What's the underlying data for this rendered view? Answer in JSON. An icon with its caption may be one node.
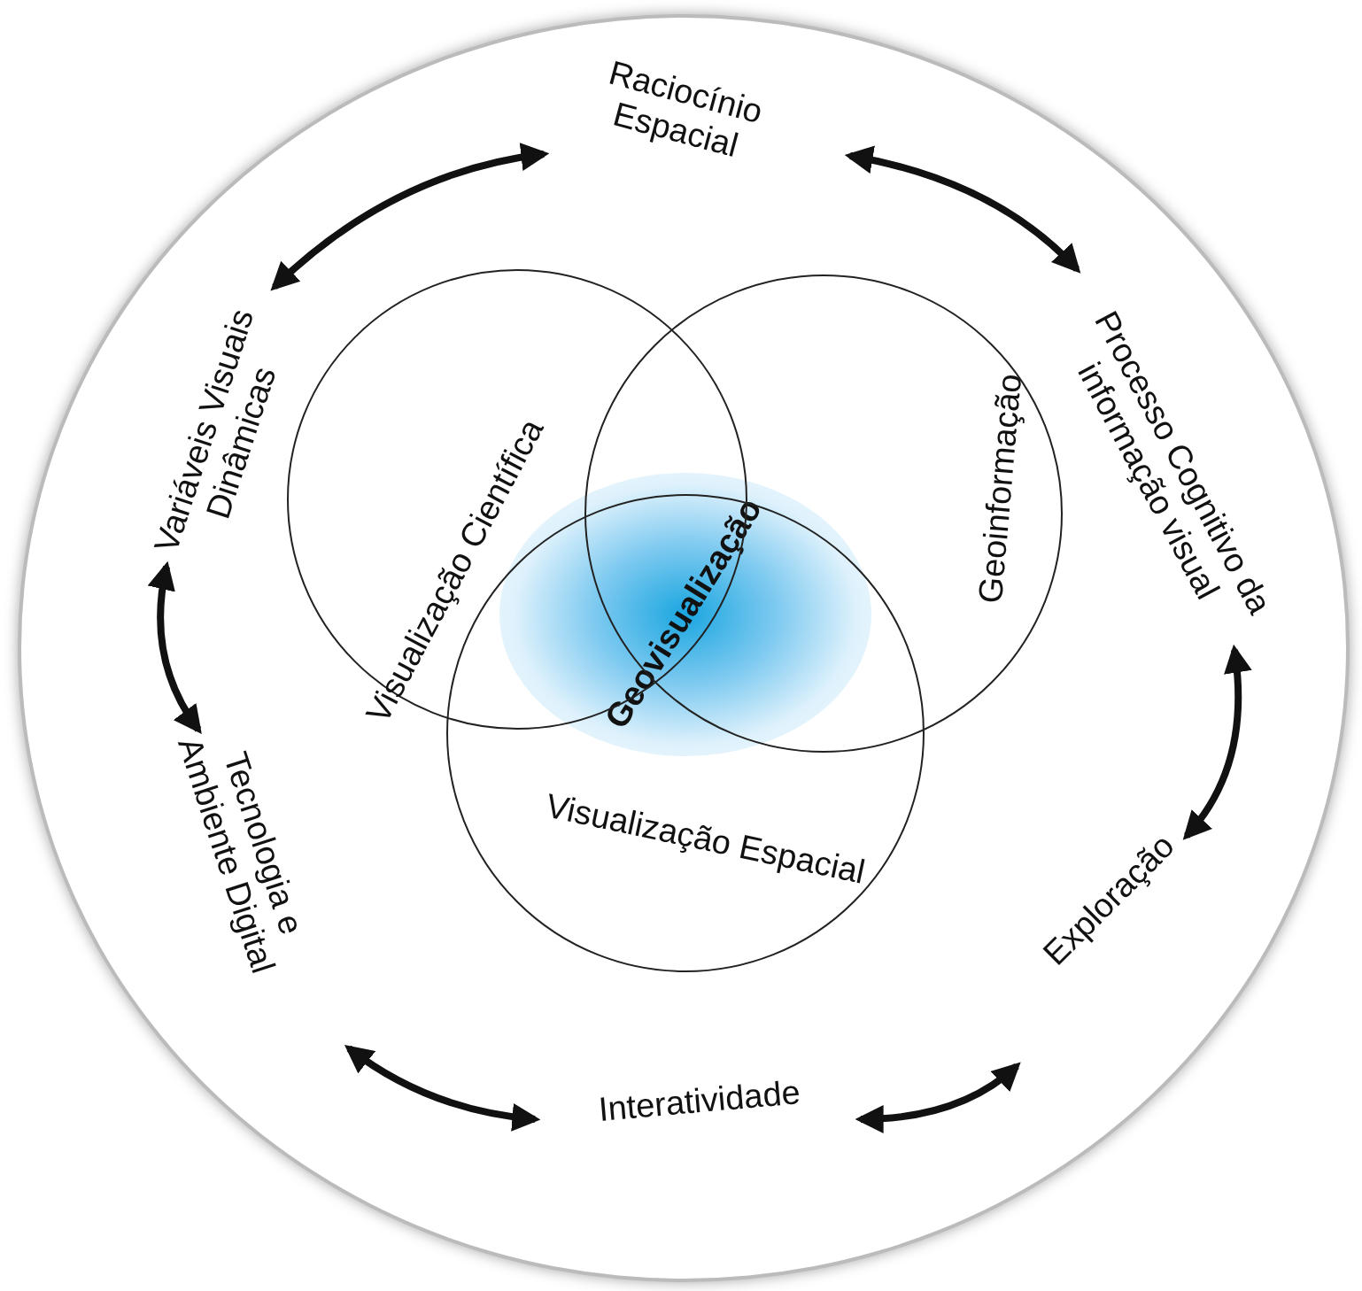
{
  "diagram": {
    "nodes": [
      {
        "text": [],
        "shape": "circle"
      },
      {
        "text": [
          "Raciocínio Espacial"
        ],
        "in": 0
      },
      {
        "text": [
          "Processo Cognitivo da informação visual"
        ],
        "in": 0
      },
      {
        "text": [
          "Exploração"
        ],
        "in": 0
      },
      {
        "text": [
          "Interatividade"
        ],
        "in": 0
      },
      {
        "text": [
          "Tecnologia e Ambiente Digital"
        ],
        "in": 0
      },
      {
        "text": [
          "Variáveis Visuais Dinâmicas"
        ],
        "in": 0
      },
      {
        "text": [
          "Visualização Científica"
        ],
        "in": 0
      },
      {
        "text": [
          "Geoinformação"
        ],
        "in": 0
      },
      {
        "text": [
          "Visualização Espacial"
        ],
        "in": 0
      },
      {
        "text": [
          "Geovisualização"
        ],
        "in": 0
      }
    ],
    "edges": [
      {
        "from": 1,
        "to": 2,
        "arrow": "both"
      },
      {
        "from": 2,
        "to": 3,
        "arrow": "both"
      },
      {
        "from": 3,
        "to": 4,
        "arrow": "both"
      },
      {
        "from": 4,
        "to": 5,
        "arrow": "both"
      },
      {
        "from": 5,
        "to": 6,
        "arrow": "both"
      },
      {
        "from": 6,
        "to": 1,
        "arrow": "both"
      }
    ]
  }
}
